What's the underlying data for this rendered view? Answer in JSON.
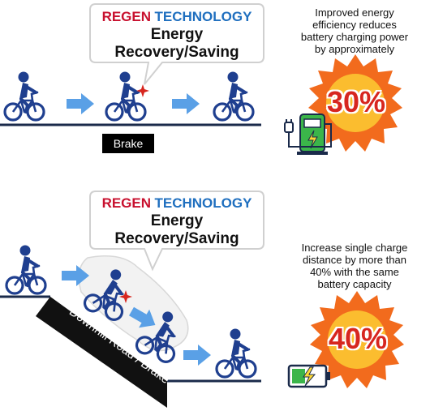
{
  "colors": {
    "regen_red": "#c8102e",
    "technology_blue": "#1f6fbf",
    "rider_blue": "#1f3f8f",
    "starburst_orange": "#f26b1d",
    "starburst_yellow": "#fdd835",
    "arrow_blue": "#5aa0e6",
    "charger_green": "#3bb54a",
    "road_navy": "#1a2a4a"
  },
  "top": {
    "bubble": {
      "regen": "REGEN",
      "technology": "TECHNOLOGY",
      "line2": "Energy",
      "line3": "Recovery/Saving"
    },
    "label": "Brake",
    "stat": {
      "line1": "Improved energy",
      "line2": "efficiency reduces",
      "line3": "battery charging power",
      "line4": "by approximately"
    },
    "percent": "30%"
  },
  "bottom": {
    "bubble": {
      "regen": "REGEN",
      "technology": "TECHNOLOGY",
      "line2": "Energy",
      "line3": "Recovery/Saving"
    },
    "label": "Downhill Road / Brake",
    "stat": {
      "line1": "Increase single charge",
      "line2": "distance by more than",
      "line3": "40% with the same",
      "line4": "battery capacity"
    },
    "percent": "40%"
  },
  "icons": [
    "cyclist-icon",
    "arrow-right-icon",
    "spark-icon",
    "starburst-icon",
    "ev-charger-icon",
    "battery-charging-icon"
  ]
}
